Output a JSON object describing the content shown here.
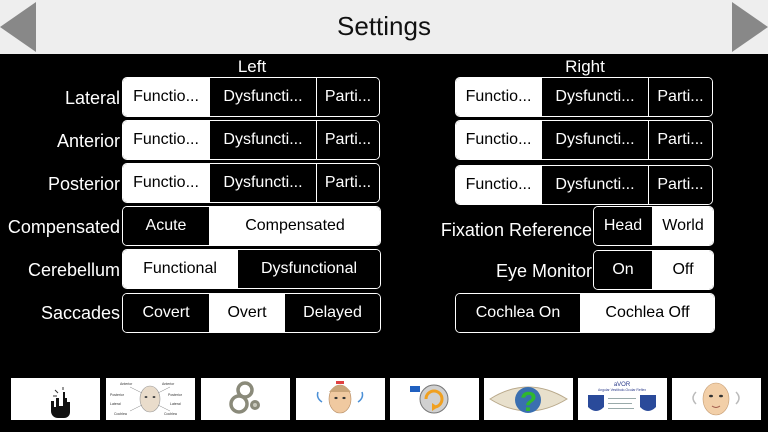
{
  "header": {
    "title": "Settings"
  },
  "columns": {
    "left": "Left",
    "right": "Right"
  },
  "left": {
    "lateral": {
      "label": "Lateral",
      "options": [
        "Functio...",
        "Dysfuncti...",
        "Parti..."
      ]
    },
    "anterior": {
      "label": "Anterior",
      "options": [
        "Functio...",
        "Dysfuncti...",
        "Parti..."
      ]
    },
    "posterior": {
      "label": "Posterior",
      "options": [
        "Functio...",
        "Dysfuncti...",
        "Parti..."
      ]
    },
    "compensated": {
      "label": "Compensated",
      "options": [
        "Acute",
        "Compensated"
      ]
    },
    "cerebellum": {
      "label": "Cerebellum",
      "options": [
        "Functional",
        "Dysfunctional"
      ]
    },
    "saccades": {
      "label": "Saccades",
      "options": [
        "Covert",
        "Overt",
        "Delayed"
      ]
    }
  },
  "right": {
    "lateral": {
      "options": [
        "Functio...",
        "Dysfuncti...",
        "Parti..."
      ]
    },
    "anterior": {
      "options": [
        "Functio...",
        "Dysfuncti...",
        "Parti..."
      ]
    },
    "posterior": {
      "options": [
        "Functio...",
        "Dysfuncti...",
        "Parti..."
      ]
    },
    "fixation": {
      "label": "Fixation Reference",
      "options": [
        "Head",
        "World"
      ]
    },
    "eye_monitor": {
      "label": "Eye Monitor",
      "options": [
        "On",
        "Off"
      ]
    },
    "cochlea": {
      "options": [
        "Cochlea On",
        "Cochlea Off"
      ]
    }
  },
  "selected": {
    "left_lateral": "Functio...",
    "left_anterior": "Functio...",
    "left_posterior": "Functio...",
    "left_compensated": "Compensated",
    "left_cerebellum": "Functional",
    "left_saccades": "Overt",
    "right_lateral": "Functio...",
    "right_anterior": "Functio...",
    "right_posterior": "Functio...",
    "right_fixation": "World",
    "right_eye_monitor": "Off",
    "right_cochlea": "Cochlea Off"
  },
  "thumbnails": {
    "items": [
      "touch-pointer-icon",
      "head-diagram-icon",
      "inner-ear-icon",
      "head-impulse-icon",
      "rotation-icon",
      "help-icon",
      "avor-logo-icon",
      "head-face-icon"
    ],
    "thumb2_lines": [
      "Anterior",
      "Anterior",
      "Posterior",
      "Posterior",
      "Lateral",
      "Lateral",
      "Cochlea",
      "Cochlea"
    ],
    "thumb7_title": "aVOR",
    "thumb7_subtitle": "Angular Vestibulo-Ocular Reflex"
  },
  "colors": {
    "selected_bg": "#ffffff",
    "unselected_bg": "#000000",
    "header_bg": "#eeeeee",
    "arrow": "#888888"
  }
}
